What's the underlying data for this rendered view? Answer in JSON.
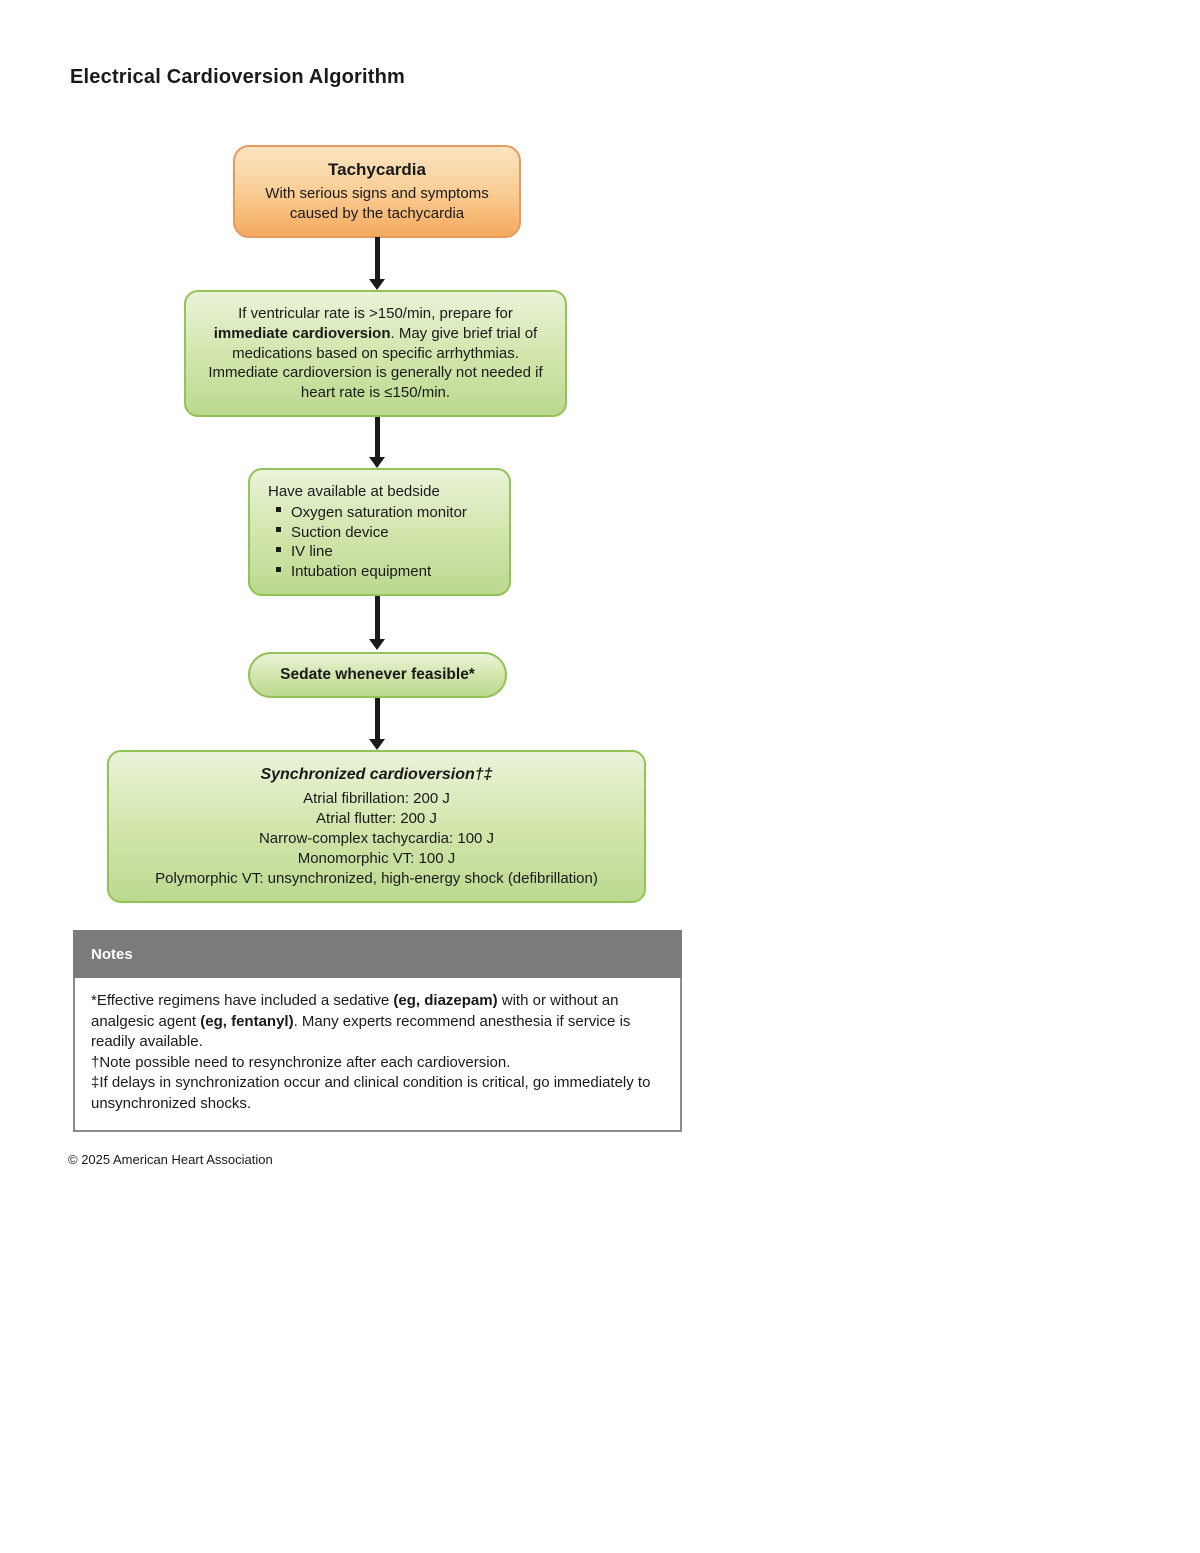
{
  "page": {
    "title": "Electrical Cardioversion Algorithm",
    "copyright": "© 2025 American Heart Association"
  },
  "colors": {
    "orange_box_top": "#fce4c2",
    "orange_box_bottom": "#f5aa5e",
    "orange_box_border": "#e59a5f",
    "green_box_top": "#eaf3d9",
    "green_box_bottom": "#bcd98f",
    "green_box_border": "#92c356",
    "notes_header_bg": "#7b7b7b",
    "arrow": "#1a1a1a"
  },
  "flow": {
    "tachycardia_box": {
      "title": "Tachycardia",
      "body": "With serious signs and symptoms caused by the tachycardia"
    },
    "rate_box": {
      "segments": [
        {
          "t": "If ventricular rate is >150/min, prepare for "
        },
        {
          "t": "immediate cardioversion",
          "b": true
        },
        {
          "t": ". May give brief trial of medications based on specific arrhythmias. Immediate cardioversion is generally not needed if heart rate is ≤150/min."
        }
      ]
    },
    "bedside_box": {
      "heading": "Have available at bedside",
      "items": [
        "Oxygen saturation monitor",
        "Suction device",
        "IV line",
        "Intubation equipment"
      ]
    },
    "sedate_box": {
      "label": "Sedate whenever feasible*"
    },
    "sync_box": {
      "title": "Synchronized cardioversion†‡",
      "lines": [
        "Atrial fibrillation: 200 J",
        "Atrial flutter: 200 J",
        "Narrow-complex tachycardia: 100 J",
        "Monomorphic VT: 100 J",
        "Polymorphic VT: unsynchronized, high-energy shock (defibrillation)"
      ]
    }
  },
  "notes": {
    "header": "Notes",
    "lines": [
      {
        "segments": [
          {
            "t": "*Effective regimens have included a sedative "
          },
          {
            "t": "(eg, diazepam)",
            "b": true
          },
          {
            "t": " with or without an analgesic agent "
          },
          {
            "t": "(eg, fentanyl)",
            "b": true
          },
          {
            "t": ". Many experts recommend anesthesia if service is readily available."
          }
        ]
      },
      {
        "segments": [
          {
            "t": "†Note possible need to resynchronize after each cardioversion."
          }
        ]
      },
      {
        "segments": [
          {
            "t": "‡If delays in synchronization occur and clinical condition is critical, go immediately to unsynchronized shocks."
          }
        ]
      }
    ]
  }
}
